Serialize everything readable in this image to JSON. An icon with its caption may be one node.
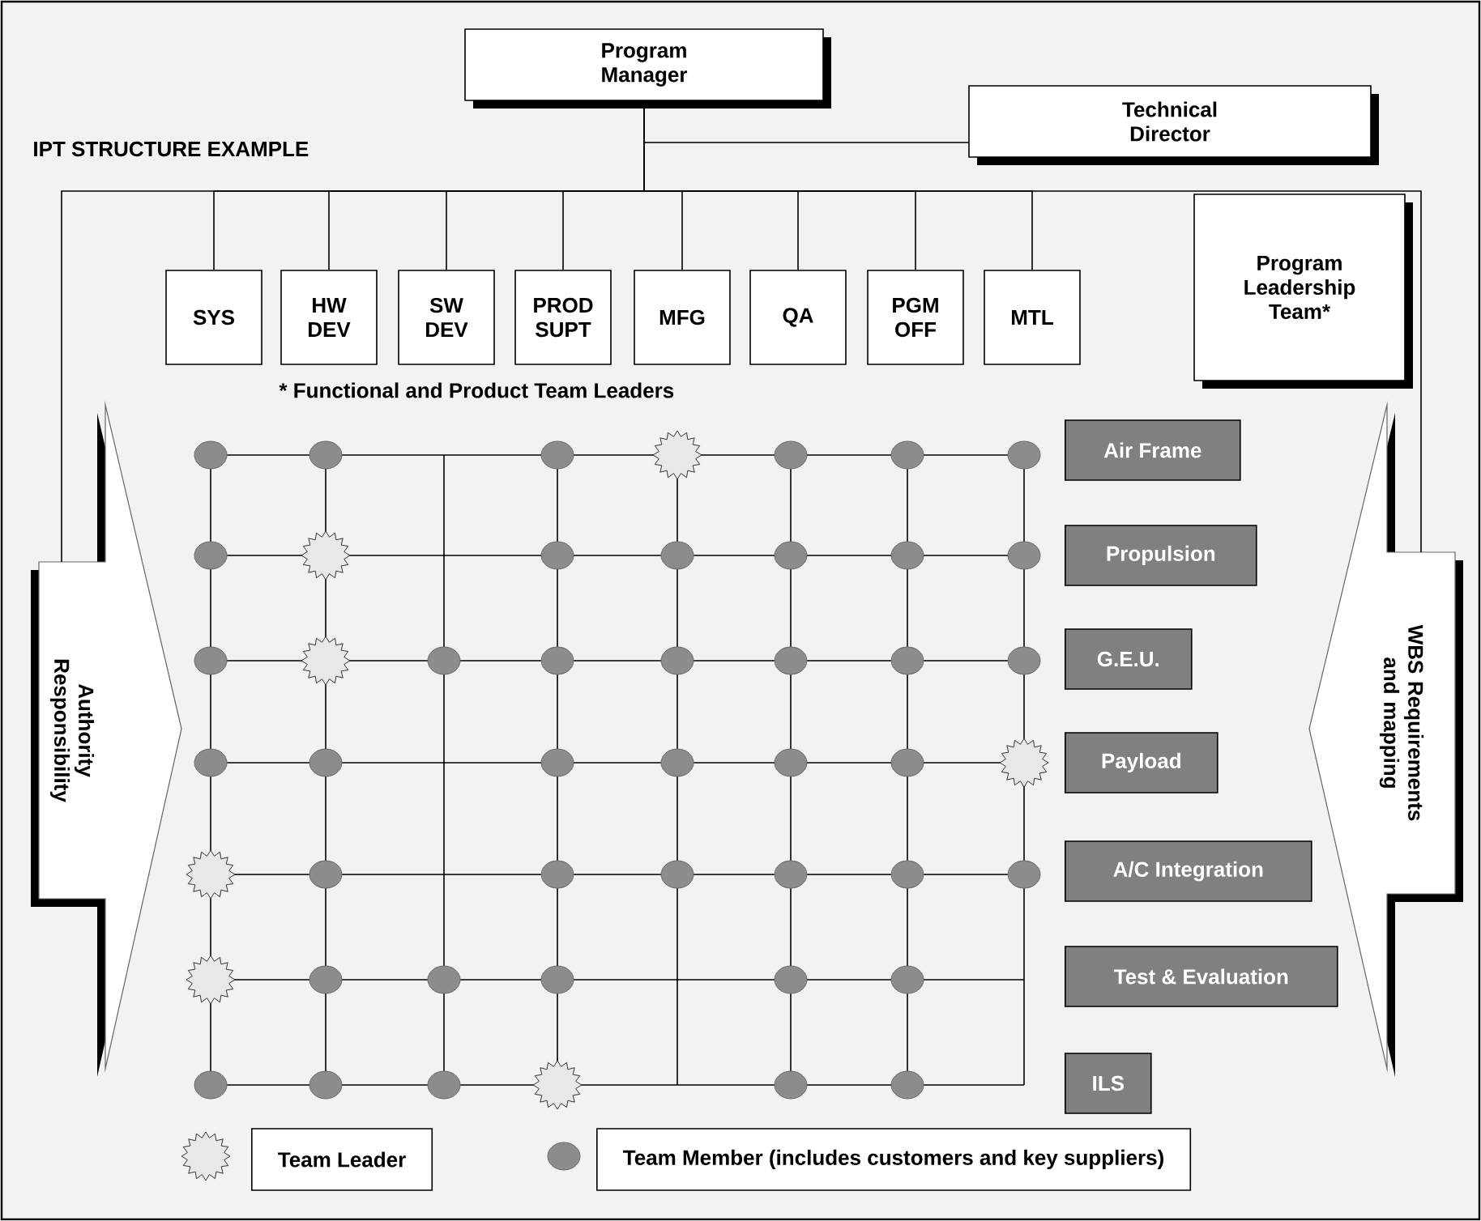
{
  "diagram": {
    "title": "IPT STRUCTURE EXAMPLE",
    "nodes": [
      {
        "text": [
          "Program Manager"
        ]
      },
      {
        "text": [
          "Technical Director"
        ]
      },
      {
        "text": [
          "SYS"
        ]
      },
      {
        "text": [
          "HW DEV"
        ]
      },
      {
        "text": [
          "SW DEV"
        ]
      },
      {
        "text": [
          "PROD SUPT"
        ]
      },
      {
        "text": [
          "MFG"
        ]
      },
      {
        "text": [
          "QA"
        ]
      },
      {
        "text": [
          "PGM OFF"
        ]
      },
      {
        "text": [
          "MTL"
        ]
      },
      {
        "text": [
          "Program Leadership Team*"
        ]
      },
      {
        "text": [
          "Authority Responsibility"
        ]
      },
      {
        "text": [
          "Air Frame"
        ]
      },
      {
        "text": [
          "Propulsion"
        ]
      },
      {
        "text": [
          "G.E.U."
        ]
      },
      {
        "text": [
          "Payload"
        ]
      },
      {
        "text": [
          "A/C Integration"
        ]
      },
      {
        "text": [
          "Test & Evaluation"
        ]
      },
      {
        "text": [
          "ILS"
        ]
      },
      {
        "text": [
          "WBS Requirements and mapping"
        ]
      }
    ],
    "edges": [
      {
        "from": 0,
        "to": 1,
        "arrow": "none"
      },
      {
        "from": 0,
        "to": 2,
        "arrow": "none"
      },
      {
        "from": 0,
        "to": 3,
        "arrow": "none"
      },
      {
        "from": 0,
        "to": 4,
        "arrow": "none"
      },
      {
        "from": 0,
        "to": 5,
        "arrow": "none"
      },
      {
        "from": 0,
        "to": 6,
        "arrow": "none"
      },
      {
        "from": 0,
        "to": 7,
        "arrow": "none"
      },
      {
        "from": 0,
        "to": 8,
        "arrow": "none"
      },
      {
        "from": 0,
        "to": 9,
        "arrow": "none"
      },
      {
        "from": 0,
        "to": 11,
        "arrow": "none"
      },
      {
        "from": 0,
        "to": 19,
        "arrow": "none"
      }
    ],
    "labels": [
      "* Functional and Product Team Leaders"
    ],
    "legend": [
      {
        "text": "Team Leader"
      },
      {
        "text": "Team Member (includes customers and key suppliers)"
      }
    ]
  }
}
